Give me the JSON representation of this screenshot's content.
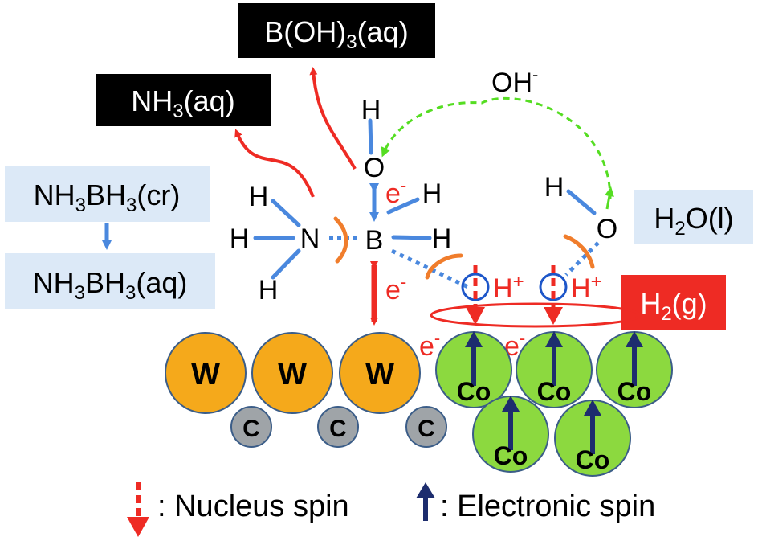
{
  "products": {
    "boric_acid": {
      "main": "B(OH)",
      "sub": "3",
      "tail": "(aq)"
    },
    "ammonia": {
      "main": "NH",
      "sub": "3",
      "tail": "(aq)"
    },
    "hydrogen": {
      "main": "H",
      "sub": "2",
      "tail": "(g)"
    }
  },
  "reactants": {
    "ammonia_borane_solid": {
      "a": "NH",
      "s1": "3",
      "b": "BH",
      "s2": "3",
      "tail": "(cr)"
    },
    "ammonia_borane_aq": {
      "a": "NH",
      "s1": "3",
      "b": "BH",
      "s2": "3",
      "tail": "(aq)"
    },
    "water": {
      "main": "H",
      "sub": "2",
      "tail": "O(l)"
    }
  },
  "hydroxide": {
    "main": "OH",
    "sup": "-"
  },
  "atoms": {
    "H": "H",
    "N": "N",
    "B": "B",
    "O": "O",
    "proton": "H",
    "proton_charge": "+",
    "electron": "e",
    "electron_charge": "-"
  },
  "catalyst": {
    "tungsten": "W",
    "carbon": "C",
    "cobalt": "Co"
  },
  "legend": {
    "nucleus_spin": ": Nucleus spin",
    "electronic_spin": ": Electronic spin"
  },
  "colors": {
    "product_box": "#000000",
    "reactant_box": "#dce9f7",
    "hydrogen_box": "#ee2b24",
    "tungsten": "#f5a91b",
    "carbon": "#9fa4a8",
    "cobalt": "#8cd93f",
    "bond_blue": "#4a88de",
    "red": "#ee2b24",
    "green": "#55dd22",
    "orange": "#f07d2c",
    "navy": "#1d2d6e"
  }
}
